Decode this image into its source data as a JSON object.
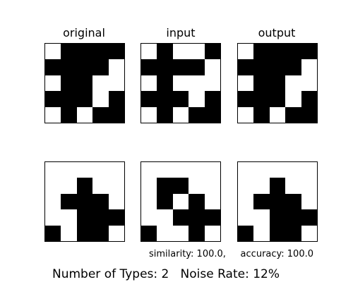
{
  "titles": [
    "original",
    "input",
    "output"
  ],
  "colors": {
    "on": "#000000",
    "off": "#ffffff"
  },
  "grids": {
    "top": {
      "original": [
        [
          0,
          1,
          1,
          1,
          1
        ],
        [
          1,
          1,
          1,
          1,
          0
        ],
        [
          0,
          1,
          1,
          0,
          0
        ],
        [
          1,
          1,
          1,
          0,
          1
        ],
        [
          0,
          1,
          0,
          1,
          1
        ]
      ],
      "input": [
        [
          0,
          1,
          0,
          0,
          1
        ],
        [
          1,
          1,
          1,
          1,
          0
        ],
        [
          0,
          1,
          0,
          0,
          0
        ],
        [
          1,
          1,
          1,
          0,
          1
        ],
        [
          0,
          1,
          0,
          1,
          1
        ]
      ],
      "output": [
        [
          0,
          1,
          1,
          1,
          1
        ],
        [
          1,
          1,
          1,
          1,
          0
        ],
        [
          0,
          1,
          1,
          0,
          0
        ],
        [
          1,
          1,
          1,
          0,
          1
        ],
        [
          0,
          1,
          0,
          1,
          1
        ]
      ]
    },
    "bottom": {
      "original": [
        [
          0,
          0,
          0,
          0,
          0
        ],
        [
          0,
          0,
          1,
          0,
          0
        ],
        [
          0,
          1,
          1,
          1,
          0
        ],
        [
          0,
          0,
          1,
          1,
          1
        ],
        [
          1,
          0,
          1,
          1,
          0
        ]
      ],
      "input": [
        [
          0,
          0,
          0,
          0,
          0
        ],
        [
          0,
          1,
          1,
          0,
          0
        ],
        [
          0,
          1,
          0,
          1,
          0
        ],
        [
          0,
          0,
          1,
          1,
          1
        ],
        [
          1,
          0,
          0,
          1,
          0
        ]
      ],
      "output": [
        [
          0,
          0,
          0,
          0,
          0
        ],
        [
          0,
          0,
          1,
          0,
          0
        ],
        [
          0,
          1,
          1,
          1,
          0
        ],
        [
          0,
          0,
          1,
          1,
          1
        ],
        [
          1,
          0,
          1,
          1,
          0
        ]
      ]
    }
  },
  "metrics_text": "similarity: 100.0,     accuracy: 100.0",
  "footer_text": "Number of Types: 2   Noise Rate: 12%"
}
